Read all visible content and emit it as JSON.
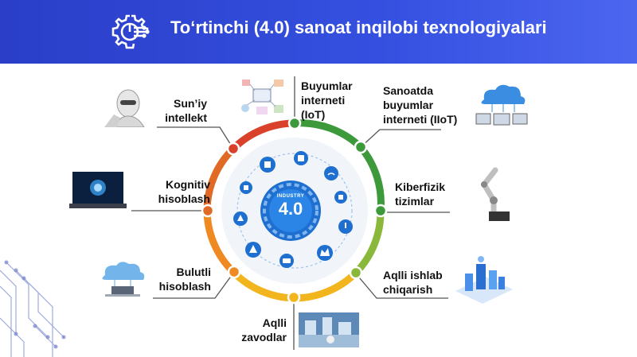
{
  "header": {
    "title": "To‘rtinchi (4.0) sanoat inqilobi texnologiyalari",
    "icon": "gear-circuit-icon",
    "background": "#3550e0"
  },
  "hub": {
    "badge_top": "INDUSTRY",
    "badge_value": "4.0"
  },
  "technologies": [
    {
      "id": "ai",
      "lines": [
        "Sun’iy",
        "intellekt"
      ],
      "icon": "robot-head-icon"
    },
    {
      "id": "iot",
      "lines": [
        "Buyumlar",
        "interneti",
        "(IoT)"
      ],
      "icon": "connected-devices-icon"
    },
    {
      "id": "iiot",
      "lines": [
        "Sanoatda",
        "buyumlar",
        "interneti (IIoT)"
      ],
      "icon": "cloud-computers-icon"
    },
    {
      "id": "cps",
      "lines": [
        "Kiberfizik",
        "tizimlar"
      ],
      "icon": "robot-arm-icon"
    },
    {
      "id": "smart-mfg",
      "lines": [
        "Aqlli ishlab",
        "chiqarish"
      ],
      "icon": "smart-city-icon"
    },
    {
      "id": "smart-factory",
      "lines": [
        "Aqlli",
        "zavodlar"
      ],
      "icon": "factory-photo-icon"
    },
    {
      "id": "cloud",
      "lines": [
        "Bulutli",
        "hisoblash"
      ],
      "icon": "cloud-laptop-icon"
    },
    {
      "id": "cognitive",
      "lines": [
        "Kognitiv",
        "hisoblash"
      ],
      "icon": "brain-laptop-icon"
    }
  ],
  "colors": {
    "ring_red": "#d9412b",
    "ring_orange": "#ef8a22",
    "ring_yellow": "#f2b51e",
    "ring_green": "#3d9a3a",
    "ring_lightgreen": "#8ab83a",
    "hub_blue": "#1e6fd0",
    "connector": "#555555"
  }
}
